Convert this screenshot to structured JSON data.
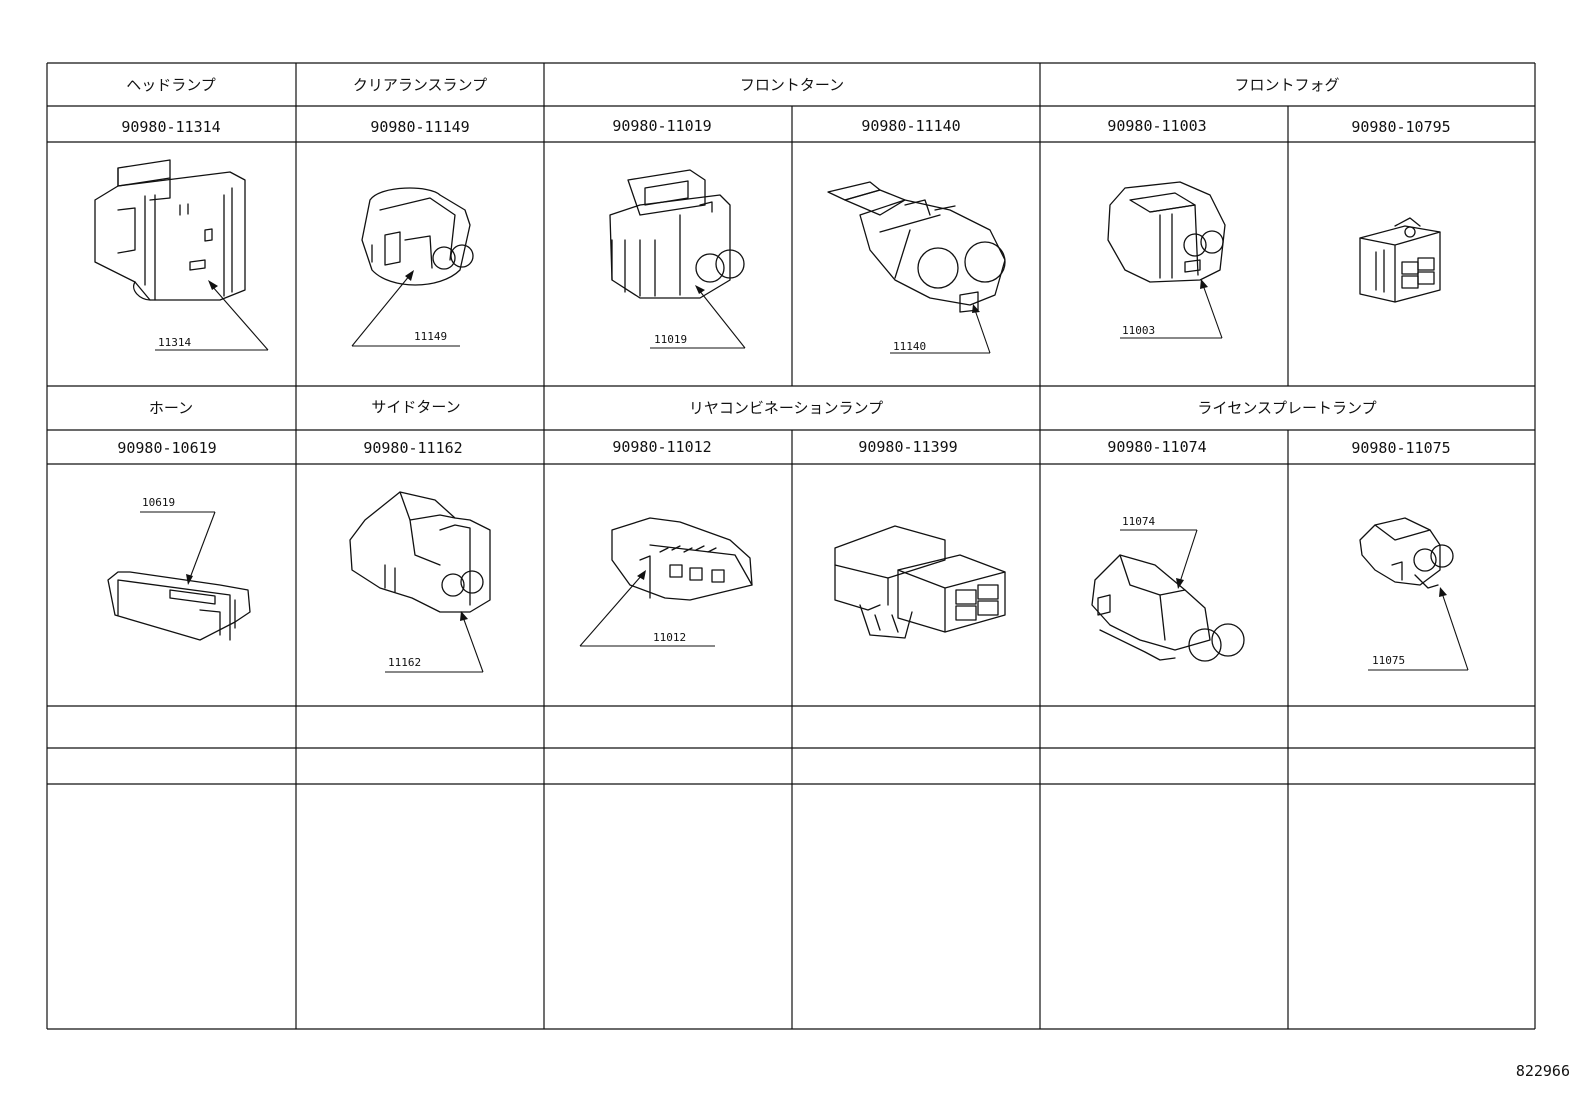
{
  "row1": {
    "groups": [
      {
        "label": "ヘッドランプ"
      },
      {
        "label": "クリアランスランプ"
      },
      {
        "label": "フロントターン"
      },
      {
        "label": "フロントフォグ"
      }
    ],
    "parts": [
      {
        "number": "90980-11314",
        "callout": "11314"
      },
      {
        "number": "90980-11149",
        "callout": "11149"
      },
      {
        "number": "90980-11019",
        "callout": "11019"
      },
      {
        "number": "90980-11140",
        "callout": "11140"
      },
      {
        "number": "90980-11003",
        "callout": "11003"
      },
      {
        "number": "90980-10795",
        "callout": ""
      }
    ]
  },
  "row2": {
    "groups": [
      {
        "label": "ホーン"
      },
      {
        "label": "サイドターン"
      },
      {
        "label": "リヤコンビネーションランプ"
      },
      {
        "label": "ライセンスプレートランプ"
      }
    ],
    "parts": [
      {
        "number": "90980-10619",
        "callout": "10619"
      },
      {
        "number": "90980-11162",
        "callout": "11162"
      },
      {
        "number": "90980-11012",
        "callout": "11012"
      },
      {
        "number": "90980-11399",
        "callout": ""
      },
      {
        "number": "90980-11074",
        "callout": "11074"
      },
      {
        "number": "90980-11075",
        "callout": "11075"
      }
    ]
  },
  "diagram_code": "822966"
}
